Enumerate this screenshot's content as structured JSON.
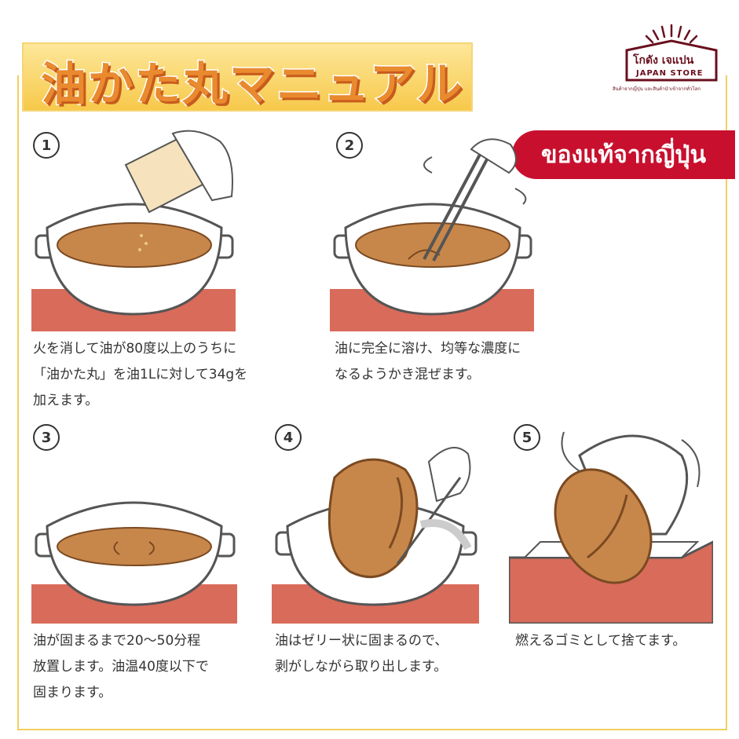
{
  "title": "油かた丸マニュアル",
  "logo": {
    "name_th": "โกดัง เจแปน",
    "name_en": "JAPAN STORE",
    "tagline": "สินค้าจากญี่ปุ่น และสินค้านำเข้าจากทั่วโลก"
  },
  "badge": "ของแท้จากญี่ปุ่น",
  "steps": [
    {
      "num": "1",
      "lines": [
        "火を消して油が80度以上のうちに",
        "「油かた丸」を油1Lに対して34gを",
        "加えます。"
      ]
    },
    {
      "num": "2",
      "lines": [
        "油に完全に溶け、均等な濃度に",
        "なるようかき混ぜます。"
      ]
    },
    {
      "num": "3",
      "lines": [
        "油が固まるまで20～50分程",
        "放置します。油温40度以下で",
        "固まります。"
      ]
    },
    {
      "num": "4",
      "lines": [
        "油はゼリー状に固まるので、",
        "剥がしながら取り出します。"
      ]
    },
    {
      "num": "5",
      "lines": [
        "燃えるゴミとして捨てます。"
      ]
    }
  ],
  "colors": {
    "title_orange": "#e98a2f",
    "banner_yellow": "#f7c94b",
    "counter_red": "#d96b5a",
    "oil_brown": "#c8874a",
    "badge_red": "#c8102e",
    "logo_maroon": "#6a0f1e"
  }
}
